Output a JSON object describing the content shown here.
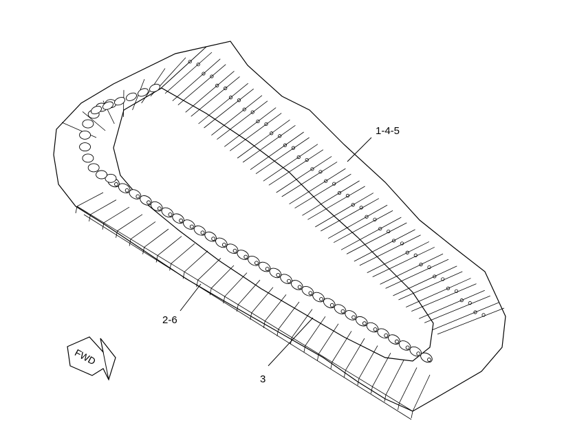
{
  "diagram": {
    "subject": "track-assembly-exploded-view",
    "callouts": [
      {
        "id": "c1",
        "label": "1-4-5"
      },
      {
        "id": "c2",
        "label": "2-6"
      },
      {
        "id": "c3",
        "label": "3"
      }
    ],
    "direction_badge": {
      "label": "FWD",
      "icon": "forward-arrow-icon"
    },
    "colors": {
      "line": "#000000",
      "background": "#ffffff"
    }
  }
}
